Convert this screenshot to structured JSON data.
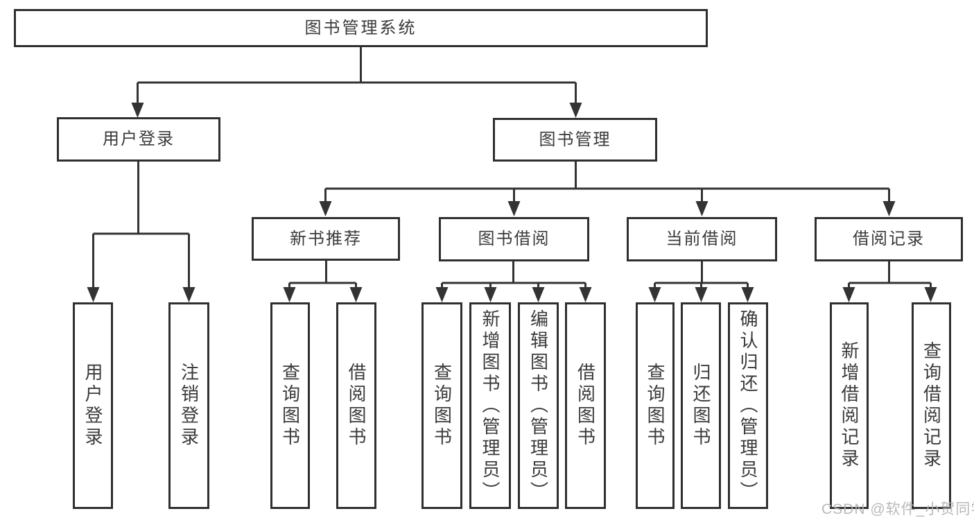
{
  "tree": {
    "label": "图书管理系统",
    "children": [
      {
        "label": "用户登录",
        "children": [
          {
            "label": "用户登录"
          },
          {
            "label": "注销登录"
          }
        ]
      },
      {
        "label": "图书管理",
        "children": [
          {
            "label": "新书推荐",
            "children": [
              {
                "label": "查询图书"
              },
              {
                "label": "借阅图书"
              }
            ]
          },
          {
            "label": "图书借阅",
            "children": [
              {
                "label": "查询图书"
              },
              {
                "label": "新增图书（管理员）"
              },
              {
                "label": "编辑图书（管理员）"
              },
              {
                "label": "借阅图书"
              }
            ]
          },
          {
            "label": "当前借阅",
            "children": [
              {
                "label": "查询图书"
              },
              {
                "label": "归还图书"
              },
              {
                "label": "确认归还（管理员）"
              }
            ]
          },
          {
            "label": "借阅记录",
            "children": [
              {
                "label": "新增借阅记录"
              },
              {
                "label": "查询借阅记录"
              }
            ]
          }
        ]
      }
    ]
  },
  "watermark": {
    "text": "CSDN @软件_小贺同学"
  },
  "colors": {
    "line": "#333333",
    "box_border": "#2f2f2f",
    "text": "#3a3a3a",
    "watermark": "#b4b4b4",
    "background": "#ffffff"
  }
}
